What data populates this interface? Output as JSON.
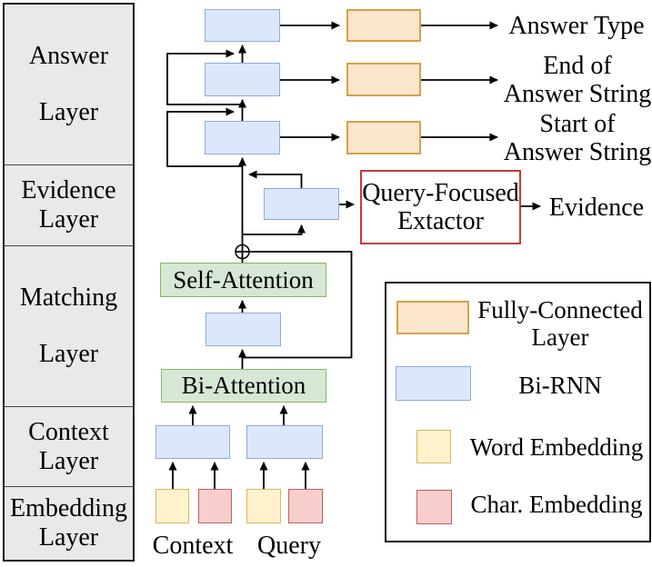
{
  "sidebar": {
    "sections": [
      {
        "id": "answer-layer",
        "line1": "Answer",
        "line2": "Layer"
      },
      {
        "id": "evidence-layer",
        "line1": "Evidence",
        "line2": "Layer"
      },
      {
        "id": "matching-layer",
        "line1": "Matching",
        "line2": "Layer"
      },
      {
        "id": "context-layer",
        "line1": "Context",
        "line2": "Layer"
      },
      {
        "id": "embedding-layer",
        "line1": "Embedding",
        "line2": "Layer"
      }
    ]
  },
  "nodes": {
    "self_attention": "Self-Attention",
    "bi_attention": "Bi-Attention",
    "extractor_line1": "Query-Focused",
    "extractor_line2": "Extactor"
  },
  "outputs": {
    "answer_type": "Answer Type",
    "end_line1": "End of",
    "end_line2": "Answer String",
    "start_line1": "Start of",
    "start_line2": "Answer String",
    "evidence": "Evidence"
  },
  "inputs": {
    "context": "Context",
    "query": "Query"
  },
  "legend": {
    "fully_connected_line1": "Fully-Connected",
    "fully_connected_line2": "Layer",
    "bi_rnn": "Bi-RNN",
    "word_embedding": "Word Embedding",
    "char_embedding": "Char. Embedding"
  },
  "colors": {
    "bi_rnn_fill": "#dbe8fb",
    "bi_rnn_border": "#8fabd3",
    "fully_connected_fill": "#fce5cd",
    "fully_connected_border": "#d6a243",
    "attention_fill": "#d5e8d4",
    "attention_border": "#86b568",
    "word_embedding_fill": "#fff2cc",
    "word_embedding_border": "#d6b656",
    "char_embedding_fill": "#f8cecc",
    "char_embedding_border": "#bd5f5b",
    "extractor_border": "#c43b3c",
    "sidebar_fill": "#e9e9e9",
    "wire": "#000000"
  }
}
